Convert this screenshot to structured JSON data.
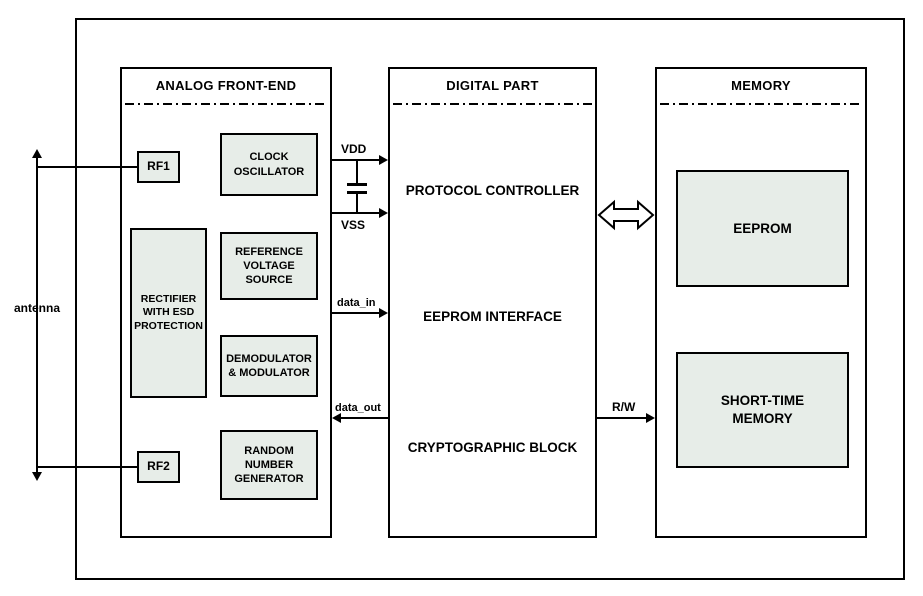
{
  "diagram": {
    "antenna": {
      "label": "antenna"
    },
    "sections": {
      "analog": {
        "title": "ANALOG FRONT-END"
      },
      "digital": {
        "title": "DIGITAL PART"
      },
      "memory": {
        "title": "MEMORY"
      }
    },
    "blocks": {
      "rf1": "RF1",
      "rf2": "RF2",
      "clock_oscillator": "CLOCK OSCILLATOR",
      "reference_voltage_source": "REFERENCE VOLTAGE SOURCE",
      "rectifier_esd": "RECTIFIER WITH ESD PROTECTION",
      "demodulator_modulator": "DEMODULATOR & MODULATOR",
      "random_number_generator": "RANDOM NUMBER GENERATOR",
      "protocol_controller": "PROTOCOL CONTROLLER",
      "eeprom_interface": "EEPROM INTERFACE",
      "cryptographic_block": "CRYPTOGRAPHIC BLOCK",
      "eeprom": "EEPROM",
      "short_time_memory": "SHORT-TIME MEMORY"
    },
    "signals": {
      "vdd": "VDD",
      "vss": "VSS",
      "data_in": "data_in",
      "data_out": "data_out",
      "rw": "R/W"
    },
    "colors": {
      "block_fill": "#e7ede8",
      "line": "#000000",
      "background": "#ffffff"
    }
  }
}
